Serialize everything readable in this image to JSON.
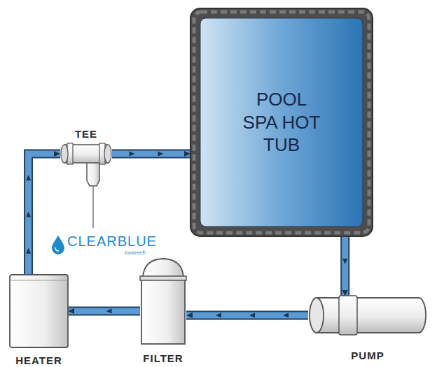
{
  "diagram": {
    "nodes": [
      {
        "text": [
          "POOL SPA HOT TUB"
        ]
      },
      {
        "text": [
          "TEE"
        ]
      },
      {
        "text": [
          "HEATER"
        ]
      },
      {
        "text": [
          "FILTER"
        ]
      },
      {
        "text": [
          "PUMP"
        ]
      }
    ],
    "edges": [
      {
        "from": 0,
        "to": 4,
        "arrow": "to"
      },
      {
        "from": 4,
        "to": 3,
        "arrow": "to"
      },
      {
        "from": 3,
        "to": 2,
        "arrow": "to"
      },
      {
        "from": 2,
        "to": 1,
        "arrow": "to"
      },
      {
        "from": 1,
        "to": 0,
        "arrow": "to"
      }
    ],
    "labels": [
      "CLEARBLUE",
      "Ionizer®"
    ]
  }
}
